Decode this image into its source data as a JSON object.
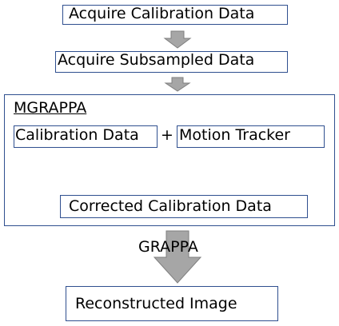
{
  "colors": {
    "box_border": "#2f4f8f",
    "arrow_fill": "#a6a6a6",
    "arrow_stroke": "#7f7f7f",
    "text": "#000000"
  },
  "flow": {
    "step1": "Acquire Calibration Data",
    "step2": "Acquire Subsampled Data",
    "mgrappa": {
      "title": "MGRAPPA",
      "calibration": "Calibration Data",
      "plus": "+",
      "motion": "Motion Tracker",
      "corrected": "Corrected Calibration Data"
    },
    "grappa_label": "GRAPPA",
    "output": "Reconstructed Image"
  }
}
